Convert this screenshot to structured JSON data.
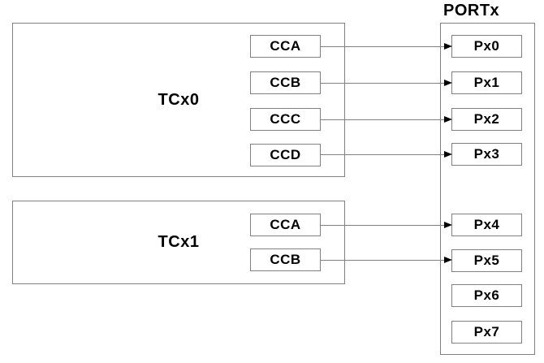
{
  "colors": {
    "background": "#ffffff",
    "box_border": "#808080",
    "connector_line": "#808080",
    "arrowhead": "#000000",
    "text": "#000000"
  },
  "timers": [
    {
      "label": "TCx0",
      "channels": [
        "CCA",
        "CCB",
        "CCC",
        "CCD"
      ]
    },
    {
      "label": "TCx1",
      "channels": [
        "CCA",
        "CCB"
      ]
    }
  ],
  "port": {
    "title": "PORTx",
    "pins": [
      "Px0",
      "Px1",
      "Px2",
      "Px3",
      "Px4",
      "Px5",
      "Px6",
      "Px7"
    ]
  },
  "connections": [
    {
      "from": "TCx0.CCA",
      "to": "Px0"
    },
    {
      "from": "TCx0.CCB",
      "to": "Px1"
    },
    {
      "from": "TCx0.CCC",
      "to": "Px2"
    },
    {
      "from": "TCx0.CCD",
      "to": "Px3"
    },
    {
      "from": "TCx1.CCA",
      "to": "Px4"
    },
    {
      "from": "TCx1.CCB",
      "to": "Px5"
    }
  ]
}
